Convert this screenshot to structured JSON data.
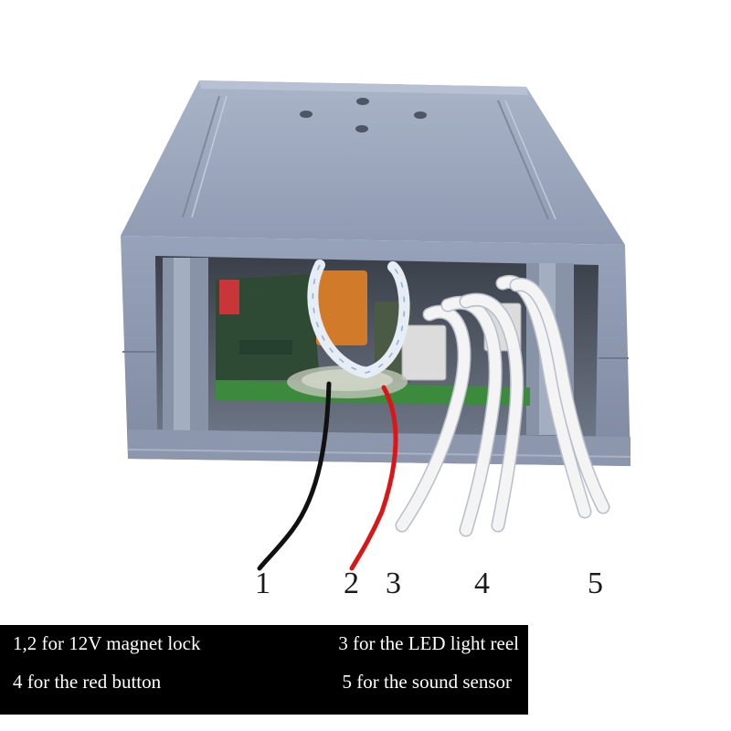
{
  "wire_numbers": [
    "1",
    "2",
    "3",
    "4",
    "5"
  ],
  "legend": {
    "items": [
      "1,2 for 12V magnet lock",
      "3 for the LED light reel",
      "4 for the red button",
      "5 for the sound sensor"
    ]
  },
  "colors": {
    "housing": "#9aa6bc",
    "wire_black": "#111111",
    "wire_red": "#d81818",
    "wire_white": "#f4f4f4",
    "legend_background": "#000000",
    "legend_text": "#ffffff",
    "pcb": "#3c8a3c"
  }
}
